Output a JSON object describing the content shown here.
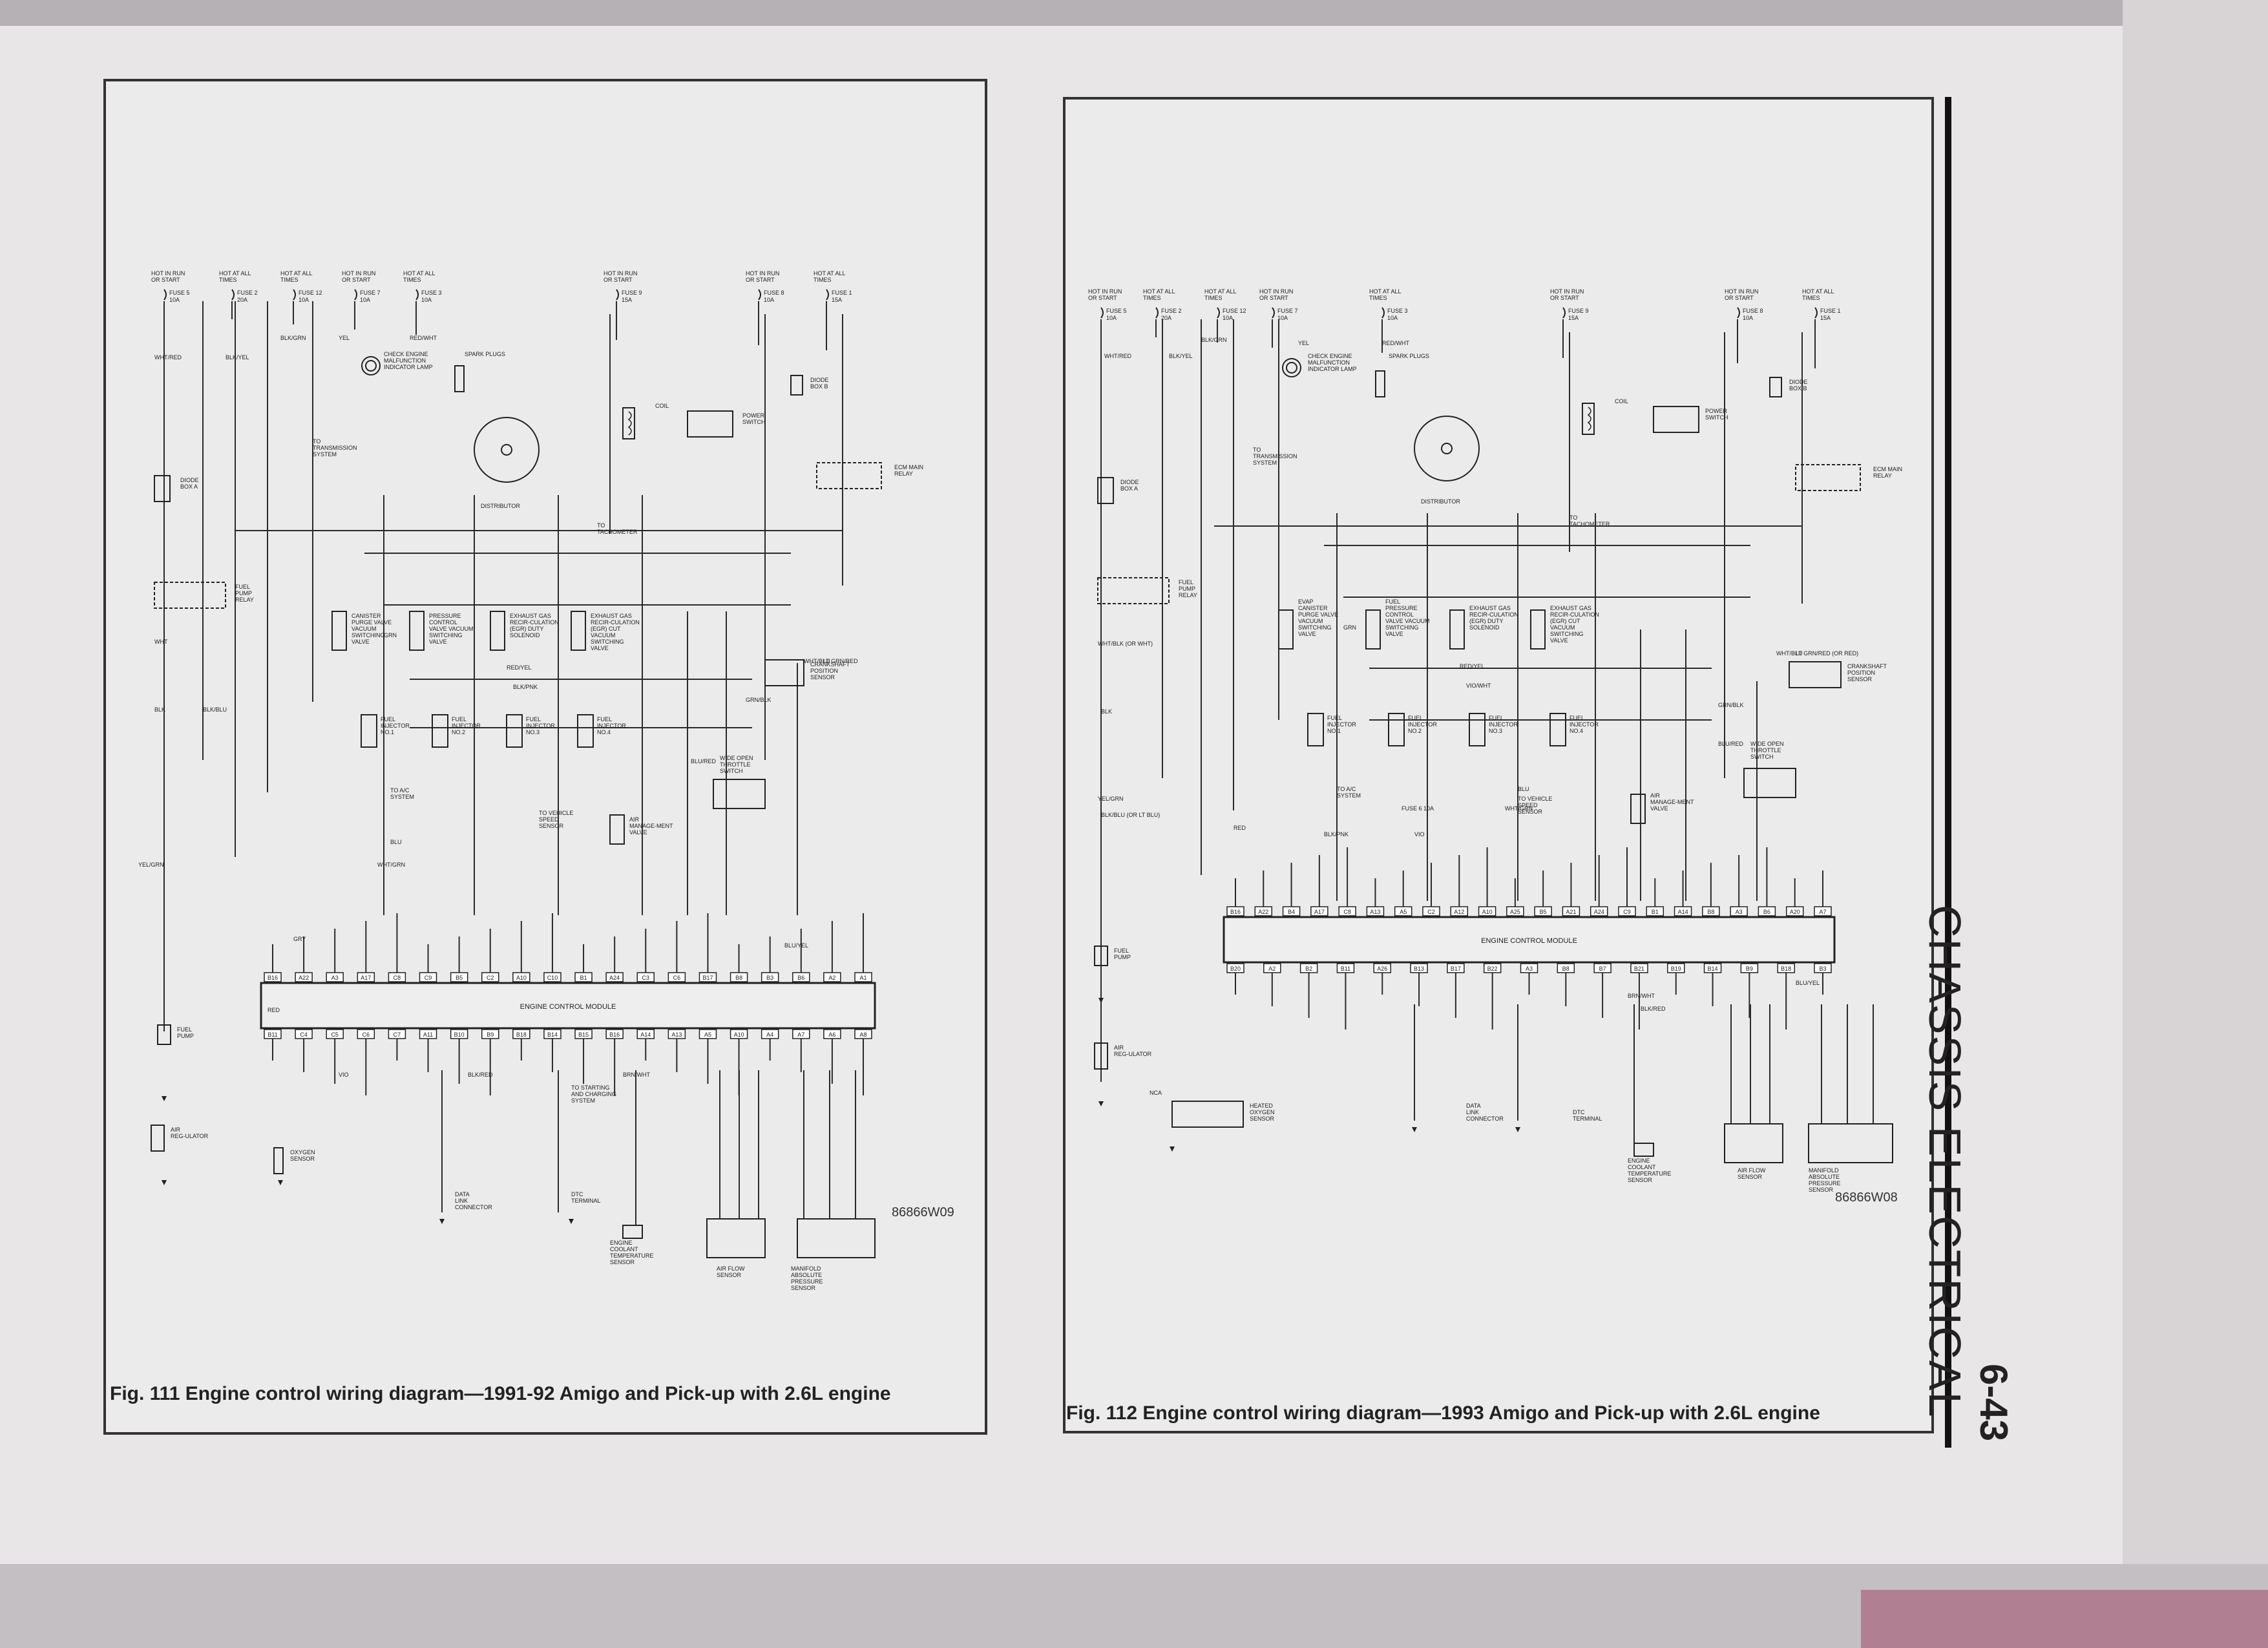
{
  "page_number": "6-43",
  "section_title": "CHASSIS ELECTRICAL",
  "figures": [
    {
      "id": "fig111",
      "caption": "Fig. 111 Engine control wiring diagram—1991-92 Amigo and Pick-up with 2.6L engine",
      "code": "86866W09",
      "fuses": [
        {
          "head": "HOT IN RUN OR START",
          "fuse": "FUSE 5",
          "amp": "10A"
        },
        {
          "head": "HOT AT ALL TIMES",
          "fuse": "FUSE 2",
          "amp": "20A"
        },
        {
          "head": "HOT AT ALL TIMES",
          "fuse": "FUSE 12",
          "amp": "10A"
        },
        {
          "head": "HOT IN RUN OR START",
          "fuse": "FUSE 7",
          "amp": "10A"
        },
        {
          "head": "HOT AT ALL TIMES",
          "fuse": "FUSE 3",
          "amp": "10A"
        },
        {
          "head": "HOT IN RUN OR START",
          "fuse": "FUSE 9",
          "amp": "15A"
        },
        {
          "head": "HOT IN RUN OR START",
          "fuse": "FUSE 8",
          "amp": "10A"
        },
        {
          "head": "HOT AT ALL TIMES",
          "fuse": "FUSE 1",
          "amp": "15A"
        }
      ],
      "components": [
        "CHECK ENGINE MALFUNCTION INDICATOR LAMP",
        "SPARK PLUGS",
        "COIL",
        "POWER SWITCH",
        "DIODE BOX B",
        "DISTRIBUTOR",
        "TO TRANSMISSION SYSTEM",
        "DIODE BOX A",
        "FUEL PUMP RELAY",
        "ECM MAIN RELAY",
        "TO TACHOMETER",
        "CANISTER PURGE VALVE VACUUM SWITCHING VALVE",
        "PRESSURE CONTROL VALVE VACUUM SWITCHING VALVE",
        "EXHAUST GAS RECIR-CULATION (EGR) DUTY SOLENOID",
        "EXHAUST GAS RECIR-CULATION (EGR) CUT VACUUM SWITCHING VALVE",
        "CRANKSHAFT POSITION SENSOR",
        "FUEL INJECTOR NO.1",
        "FUEL INJECTOR NO.2",
        "FUEL INJECTOR NO.3",
        "FUEL INJECTOR NO.4",
        "WIDE OPEN THROTTLE SWITCH",
        "TO A/C SYSTEM",
        "TO VEHICLE SPEED SENSOR",
        "AIR MANAGE-MENT VALVE",
        "FUEL PUMP",
        "AIR REG-ULATOR",
        "OXYGEN SENSOR",
        "DATA LINK CONNECTOR",
        "DTC TERMINAL",
        "ENGINE COOLANT TEMPERATURE SENSOR",
        "AIR FLOW SENSOR",
        "MANIFOLD ABSOLUTE PRESSURE SENSOR",
        "TO STARTING AND CHARGING SYSTEM"
      ],
      "ecm_label": "ENGINE CONTROL MODULE",
      "ecm_top_pins": [
        "B16",
        "A22",
        "A3",
        "A17",
        "C8",
        "C9",
        "B5",
        "C2",
        "A10",
        "C10",
        "B1",
        "A24",
        "C3",
        "C6",
        "B17",
        "B8",
        "B3",
        "B6",
        "A2",
        "A1"
      ],
      "ecm_bottom_pins": [
        "B11",
        "C4",
        "C5",
        "C6",
        "C7",
        "A11",
        "B10",
        "B9",
        "B18",
        "B14",
        "B15",
        "B16",
        "A14",
        "A13",
        "A5",
        "A10",
        "A4",
        "A7",
        "A6",
        "A8"
      ],
      "wire_colors": [
        "WHT/RED",
        "BLK/YEL",
        "BLK/GRN",
        "YEL",
        "RED/WHT",
        "GRN",
        "WHT",
        "BLK",
        "BLK/BLU",
        "YEL/GRN",
        "RED",
        "GRY",
        "BLK/PNK",
        "WHT/GRN",
        "BLU",
        "RED/YEL",
        "WHT/BLU",
        "LT GRN/RED",
        "GRN/BLK",
        "BLU/RED",
        "BLU/YEL",
        "BRN/WHT",
        "BLK/RED",
        "VIO"
      ]
    },
    {
      "id": "fig112",
      "caption": "Fig. 112 Engine control wiring diagram—1993 Amigo and Pick-up with 2.6L engine",
      "code": "86866W08",
      "fuses": [
        {
          "head": "HOT IN RUN OR START",
          "fuse": "FUSE 5",
          "amp": "10A"
        },
        {
          "head": "HOT AT ALL TIMES",
          "fuse": "FUSE 2",
          "amp": "20A"
        },
        {
          "head": "HOT AT ALL TIMES",
          "fuse": "FUSE 12",
          "amp": "10A"
        },
        {
          "head": "HOT IN RUN OR START",
          "fuse": "FUSE 7",
          "amp": "10A"
        },
        {
          "head": "HOT AT ALL TIMES",
          "fuse": "FUSE 3",
          "amp": "10A"
        },
        {
          "head": "HOT IN RUN OR START",
          "fuse": "FUSE 9",
          "amp": "15A"
        },
        {
          "head": "HOT IN RUN OR START",
          "fuse": "FUSE 8",
          "amp": "10A"
        },
        {
          "head": "HOT AT ALL TIMES",
          "fuse": "FUSE 1",
          "amp": "15A"
        }
      ],
      "components": [
        "CHECK ENGINE MALFUNCTION INDICATOR LAMP",
        "SPARK PLUGS",
        "COIL",
        "POWER SWITCH",
        "DIODE BOX B",
        "DISTRIBUTOR",
        "TO TRANSMISSION SYSTEM",
        "DIODE BOX A",
        "FUEL PUMP RELAY",
        "ECM MAIN RELAY",
        "TO TACHOMETER",
        "EVAP CANISTER PURGE VALVE VACUUM SWITCHING VALVE",
        "FUEL PRESSURE CONTROL VALVE VACUUM SWITCHING VALVE",
        "EXHAUST GAS RECIR-CULATION (EGR) DUTY SOLENOID",
        "EXHAUST GAS RECIR-CULATION (EGR) CUT VACUUM SWITCHING VALVE",
        "CRANKSHAFT POSITION SENSOR",
        "FUEL INJECTOR NO.1",
        "FUEL INJECTOR NO.2",
        "FUEL INJECTOR NO.3",
        "FUEL INJECTOR NO.4",
        "WIDE OPEN THROTTLE SWITCH",
        "TO A/C SYSTEM",
        "TO VEHICLE SPEED SENSOR",
        "AIR MANAGE-MENT VALVE",
        "FUEL PUMP",
        "AIR REG-ULATOR",
        "HEATED OXYGEN SENSOR",
        "DATA LINK CONNECTOR",
        "DTC TERMINAL",
        "ENGINE COOLANT TEMPERATURE SENSOR",
        "AIR FLOW SENSOR",
        "MANIFOLD ABSOLUTE PRESSURE SENSOR",
        "FUSE 6 10A"
      ],
      "ecm_label": "ENGINE CONTROL MODULE",
      "ecm_top_pins": [
        "B16",
        "A22",
        "B4",
        "A17",
        "C8",
        "A13",
        "A5",
        "C2",
        "A12",
        "A10",
        "A25",
        "B5",
        "A21",
        "A24",
        "C9",
        "B1",
        "A14",
        "B8",
        "A3",
        "B6",
        "A20",
        "A7"
      ],
      "ecm_bottom_pins": [
        "B20",
        "A2",
        "B2",
        "B11",
        "A26",
        "B13",
        "B17",
        "B22",
        "A3",
        "B8",
        "B7",
        "B21",
        "B19",
        "B14",
        "B9",
        "B18",
        "B3"
      ],
      "wire_colors": [
        "WHT/RED",
        "BLK/YEL",
        "BLK/GRN",
        "YEL",
        "RED/WHT",
        "GRN",
        "WHT/BLK (OR WHT)",
        "BLK",
        "BLK/BLU (OR LT BLU)",
        "YEL/GRN",
        "RED",
        "BLK/PNK",
        "VIO/WHT",
        "WHT/GRN",
        "BLU",
        "RED/YEL",
        "WHT/BLU",
        "LT GRN/RED (OR RED)",
        "GRN/BLK",
        "BLU/RED",
        "BLU/YEL",
        "BRN/WHT",
        "BLK/RED",
        "VIO",
        "NCA"
      ]
    }
  ]
}
